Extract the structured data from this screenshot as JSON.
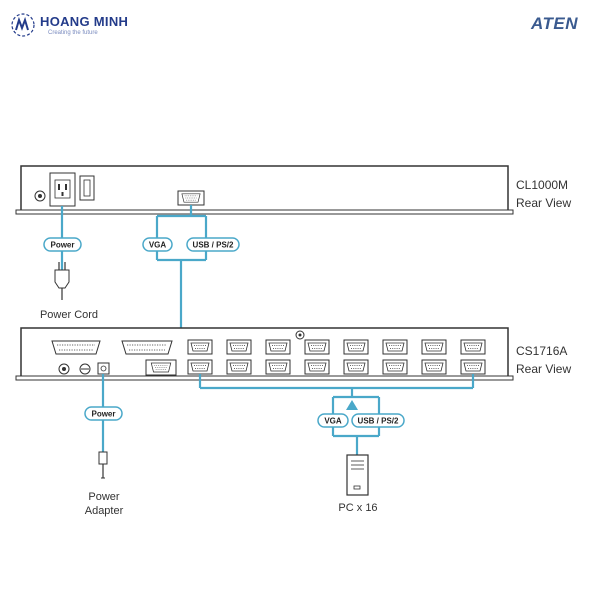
{
  "header": {
    "brand_name": "HOANG MINH",
    "brand_tagline": "Creating the future",
    "brand_mark": "hm-logo-icon",
    "aten_logo": "ATEN"
  },
  "devices": {
    "cl1000m": {
      "model": "CL1000M",
      "view": "Rear View"
    },
    "cs1716a": {
      "model": "CS1716A",
      "view": "Rear View"
    }
  },
  "connections": {
    "power_top": "Power",
    "vga_top": "VGA",
    "usb_top": "USB / PS/2",
    "power_bottom": "Power",
    "vga_bottom": "VGA",
    "usb_bottom": "USB / PS/2"
  },
  "components": {
    "power_cord": "Power Cord",
    "power_adapter_line1": "Power",
    "power_adapter_line2": "Adapter",
    "pc": "PC x 16"
  },
  "colors": {
    "cable": "#4aa8c9",
    "outline": "#333333",
    "accent": "#233b8a"
  }
}
